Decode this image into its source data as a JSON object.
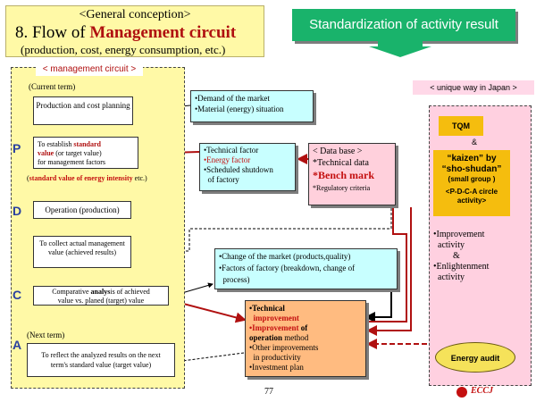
{
  "title": {
    "sub": "<General conception>",
    "prefix": "8. Flow of ",
    "highlight": "Management circuit",
    "paren": "(production, cost, energy consumption,  etc.)"
  },
  "standardization": {
    "label": "Standardization  of activity result"
  },
  "management_circuit": {
    "label": "< management circuit >",
    "current_term": "(Current term)",
    "next_term": "(Next term)",
    "production_planning": "Production and cost planning",
    "establish": {
      "pre": "To establish ",
      "red1": "standard",
      "red2": "value",
      "mid": " (or target value)",
      "post": "for management factors"
    },
    "standard_value_note": {
      "open": "(",
      "red": "standard value of energy intensity",
      "close": " etc.)"
    },
    "operation": "Operation (production)",
    "collect": "To collect actual management value (achieved results)",
    "comparative": {
      "pre": "Comparative ",
      "bold": "analys",
      "mid": "is of achieved",
      "line2": "value vs. planed (target) value"
    },
    "reflect": "To reflect the analyzed results on the next term's standard value (target value)",
    "pdca": {
      "p": "P",
      "d": "D",
      "c": "C",
      "a": "A"
    }
  },
  "demand_box": {
    "items": [
      "•Demand of the market",
      "•Material (energy) situation"
    ]
  },
  "technical_box": {
    "items": [
      "•Technical factor",
      "•Energy factor",
      "•Scheduled shutdown",
      "  of factory"
    ],
    "red_index": 1
  },
  "database_box": {
    "title": "< Data base >",
    "items": [
      "*Technical data",
      "*Bench mark",
      "*Regulatory criteria"
    ]
  },
  "change_box": {
    "items": [
      "•Change of the market (products,quality)",
      "•Factors of factory (breakdown, change of",
      "  process)"
    ]
  },
  "improvement_box": {
    "l1": "•Technical",
    "l2": "  improvement",
    "l3a": "•Improvement",
    "l3b": " of",
    "l4": "operation",
    "l4b": " method",
    "l5": "•Other improvements",
    "l6": "  in productivity",
    "l7": "•Investment plan"
  },
  "japan": {
    "label": "< unique way in Japan >",
    "tqm": "TQM",
    "amp": "&",
    "kaizen_l1": "“kaizen” by",
    "kaizen_l2": "“sho-shudan”",
    "kaizen_l3": "(small group )",
    "kaizen_l4": "<P-D-C-A circle",
    "kaizen_l5": "activity>",
    "improvement": "•Improvement",
    "activity1": "  activity",
    "amp2": "&",
    "enlightenment": "•Enlightenment",
    "activity2": "  activity",
    "energy_audit": "Energy audit"
  },
  "footer": {
    "page": "77",
    "logo": "ECCJ"
  },
  "colors": {
    "accent_red": "#b01010",
    "green": "#19b36b",
    "yellow": "#fff9a6",
    "cyan": "#c8ffff",
    "pink": "#ffd0e0",
    "orange": "#ffbb80",
    "gold": "#f5bd0e"
  }
}
